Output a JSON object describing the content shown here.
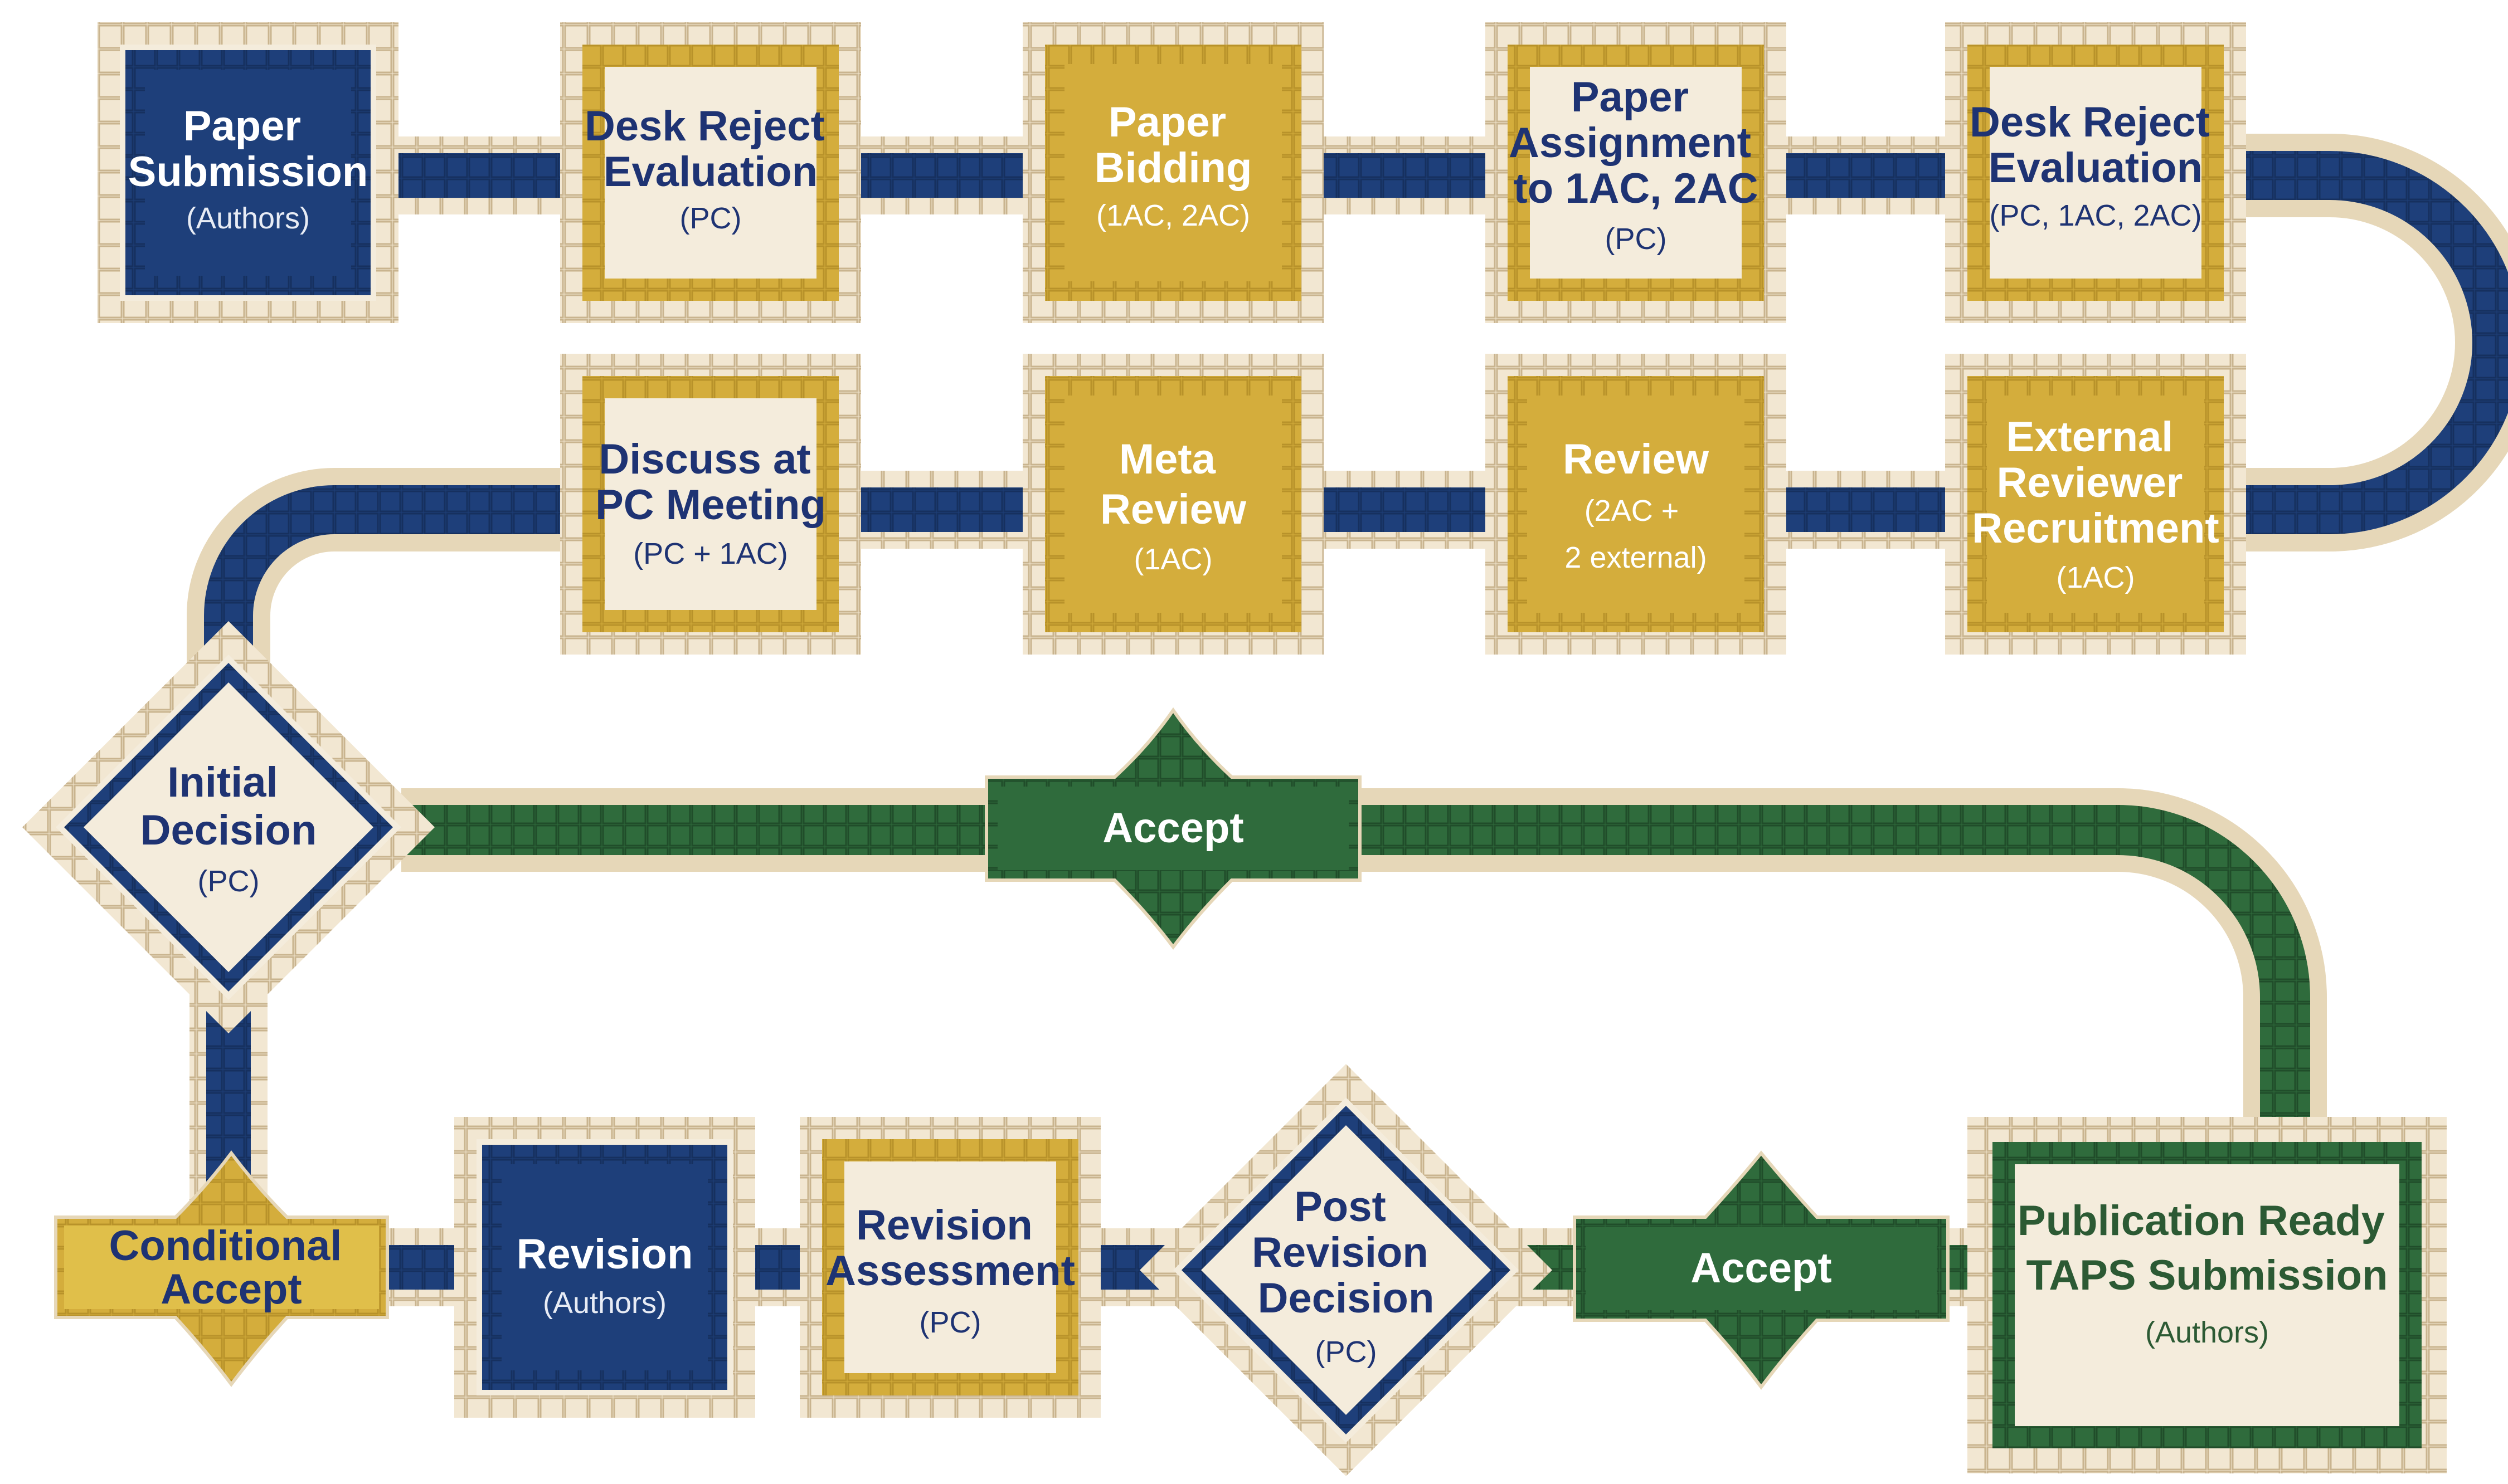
{
  "colors": {
    "navy": "#1e3f7a",
    "gold": "#d4ad3c",
    "green": "#2f6b3c",
    "cream": "#f4ecdc",
    "tile_border": "#e6d7b8",
    "navy_text": "#1e3373",
    "green_text": "#2c5a34",
    "white_text": "#ffffff"
  },
  "nodes": {
    "paper_submission": {
      "title": [
        "Paper",
        "Submission"
      ],
      "role": "(Authors)"
    },
    "desk_reject_1": {
      "title": [
        "Desk Reject",
        "Evaluation"
      ],
      "role": "(PC)"
    },
    "paper_bidding": {
      "title": [
        "Paper",
        "Bidding"
      ],
      "role": "(1AC, 2AC)"
    },
    "paper_assignment": {
      "title": [
        "Paper",
        "Assignment",
        "to 1AC, 2AC"
      ],
      "role": "(PC)"
    },
    "desk_reject_2": {
      "title": [
        "Desk Reject",
        "Evaluation"
      ],
      "role": "(PC, 1AC, 2AC)"
    },
    "external_reviewer": {
      "title": [
        "External",
        "Reviewer",
        "Recruitment"
      ],
      "role": "(1AC)"
    },
    "review": {
      "title": [
        "Review"
      ],
      "role_lines": [
        "(2AC +",
        "2 external)"
      ]
    },
    "meta_review": {
      "title": [
        "Meta",
        "Review"
      ],
      "role": "(1AC)"
    },
    "discuss_pc": {
      "title": [
        "Discuss at",
        "PC Meeting"
      ],
      "role": "(PC + 1AC)"
    },
    "initial_decision": {
      "title": [
        "Initial",
        "Decision"
      ],
      "role": "(PC)"
    },
    "conditional_accept": {
      "title": [
        "Conditional",
        "Accept"
      ]
    },
    "revision": {
      "title": [
        "Revision"
      ],
      "role": "(Authors)"
    },
    "revision_assessment": {
      "title": [
        "Revision",
        "Assessment"
      ],
      "role": "(PC)"
    },
    "post_revision_decision": {
      "title": [
        "Post",
        "Revision",
        "Decision"
      ],
      "role": "(PC)"
    },
    "accept_top": {
      "title": [
        "Accept"
      ]
    },
    "accept_bottom": {
      "title": [
        "Accept"
      ]
    },
    "publication_ready": {
      "title": [
        "Publication Ready",
        "TAPS Submission"
      ],
      "role": "(Authors)"
    }
  }
}
